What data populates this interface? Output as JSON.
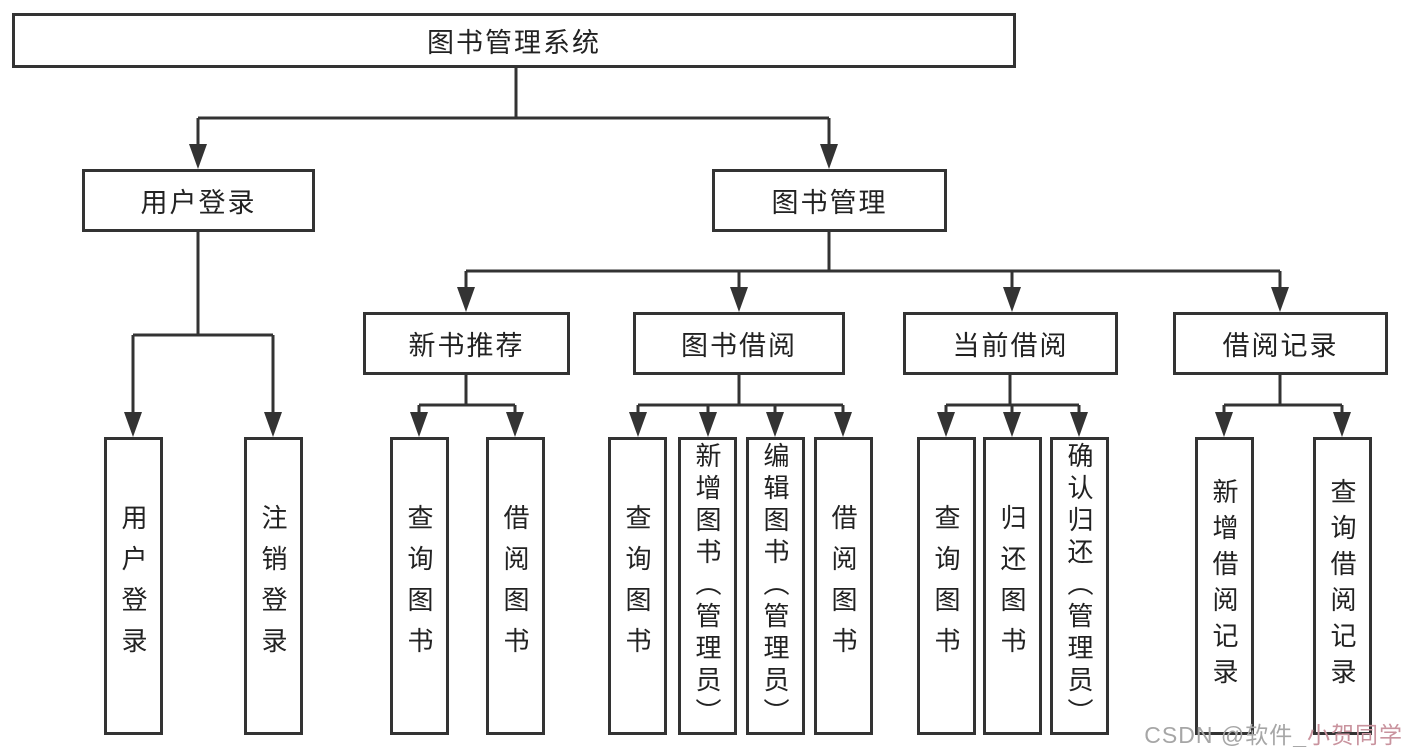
{
  "diagram": {
    "type": "hierarchy-tree",
    "root": {
      "label": "图书管理系统"
    },
    "level2": [
      {
        "label": "用户登录"
      },
      {
        "label": "图书管理"
      }
    ],
    "level3": [
      {
        "label": "新书推荐"
      },
      {
        "label": "图书借阅"
      },
      {
        "label": "当前借阅"
      },
      {
        "label": "借阅记录"
      }
    ],
    "leaves": {
      "user_login": [
        {
          "label": "用户登录"
        },
        {
          "label": "注销登录"
        }
      ],
      "new_book": [
        {
          "label": "查询图书"
        },
        {
          "label": "借阅图书"
        }
      ],
      "book_borrow": [
        {
          "label": "查询图书"
        },
        {
          "label": "新增图书（管理员）"
        },
        {
          "label": "编辑图书（管理员）"
        },
        {
          "label": "借阅图书"
        }
      ],
      "current_borrow": [
        {
          "label": "查询图书"
        },
        {
          "label": "归还图书"
        },
        {
          "label": "确认归还（管理员）"
        }
      ],
      "borrow_record": [
        {
          "label": "新增借阅记录"
        },
        {
          "label": "查询借阅记录"
        }
      ]
    },
    "edges": [
      "图书管理系统→用户登录",
      "图书管理系统→图书管理",
      "用户登录→用户登录",
      "用户登录→注销登录",
      "图书管理→新书推荐",
      "图书管理→图书借阅",
      "图书管理→当前借阅",
      "图书管理→借阅记录",
      "新书推荐→查询图书",
      "新书推荐→借阅图书",
      "图书借阅→查询图书",
      "图书借阅→新增图书（管理员）",
      "图书借阅→编辑图书（管理员）",
      "图书借阅→借阅图书",
      "当前借阅→查询图书",
      "当前借阅→归还图书",
      "当前借阅→确认归还（管理员）",
      "借阅记录→新增借阅记录",
      "借阅记录→查询借阅记录"
    ]
  },
  "watermark": {
    "prefix": "CSDN @软件_",
    "suffix": "小贺同学"
  },
  "colors": {
    "line": "#333333",
    "text": "#222222",
    "background": "#ffffff",
    "watermark_gray": "#a6a6a6",
    "watermark_pink": "#c9939e"
  }
}
